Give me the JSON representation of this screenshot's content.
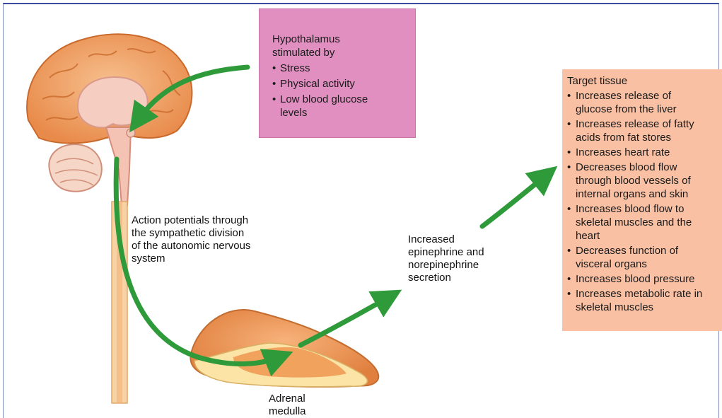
{
  "hypothalamus_box": {
    "title_line1": "Hypothalamus",
    "title_line2": "stimulated by",
    "items": [
      "Stress",
      "Physical activity",
      "Low blood glucose",
      "levels"
    ]
  },
  "target_box": {
    "title": "Target tissue",
    "items": [
      [
        "Increases release of",
        "glucose from the liver"
      ],
      [
        "Increases release of fatty",
        "acids from fat stores"
      ],
      [
        "Increases heart rate"
      ],
      [
        "Decreases blood flow",
        "through blood vessels of",
        "internal organs and skin"
      ],
      [
        "Increases blood flow to",
        "skeletal muscles and the",
        "heart"
      ],
      [
        "Decreases function of",
        "visceral organs"
      ],
      [
        "Increases blood pressure"
      ],
      [
        "Increases metabolic rate in",
        "skeletal muscles"
      ]
    ]
  },
  "labels": {
    "action_potentials": [
      "Action potentials through",
      "the sympathetic division",
      "of the autonomic nervous",
      "system"
    ],
    "secretion": [
      "Increased",
      "epinephrine and",
      "norepinephrine",
      "secretion"
    ],
    "adrenal": [
      "Adrenal",
      "medulla"
    ]
  },
  "colors": {
    "hypothalamus_box": "#e08fc0",
    "target_box": "#f9c0a4",
    "arrow_green": "#2e9a3a",
    "brain_cortex": "#f2a56a",
    "brain_inner": "#f4c7b8"
  }
}
